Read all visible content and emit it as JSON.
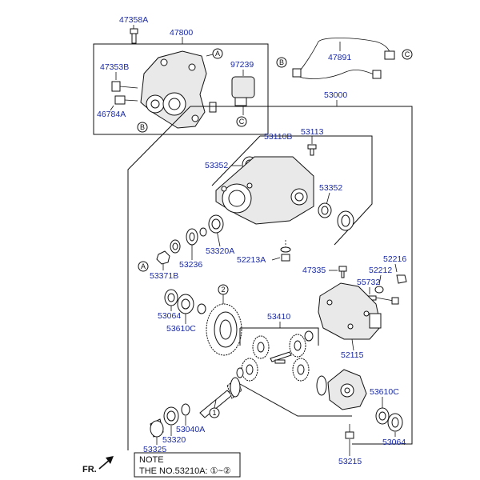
{
  "parts": {
    "p47358A": "47358A",
    "p47800": "47800",
    "p47353B": "47353B",
    "p97239": "97239",
    "p46784A": "46784A",
    "p47891": "47891",
    "p53000": "53000",
    "p53110B": "53110B",
    "p53113": "53113",
    "p53352a": "53352",
    "p53352b": "53352",
    "p53320A": "53320A",
    "p53236": "53236",
    "p52213A": "52213A",
    "p53371B": "53371B",
    "p47335": "47335",
    "p52216": "52216",
    "p52212": "52212",
    "p55732": "55732",
    "p53064a": "53064",
    "p53610Ca": "53610C",
    "p53410": "53410",
    "p52115": "52115",
    "p53610Cb": "53610C",
    "p53040A": "53040A",
    "p53325": "53325",
    "p53320": "53320",
    "p53064b": "53064",
    "p53215": "53215"
  },
  "refs": {
    "A": "A",
    "B": "B",
    "C": "C",
    "one": "1",
    "two": "2"
  },
  "note": {
    "title": "NOTE",
    "text": "THE NO.53210A: ①~②"
  },
  "front_label": "FR."
}
